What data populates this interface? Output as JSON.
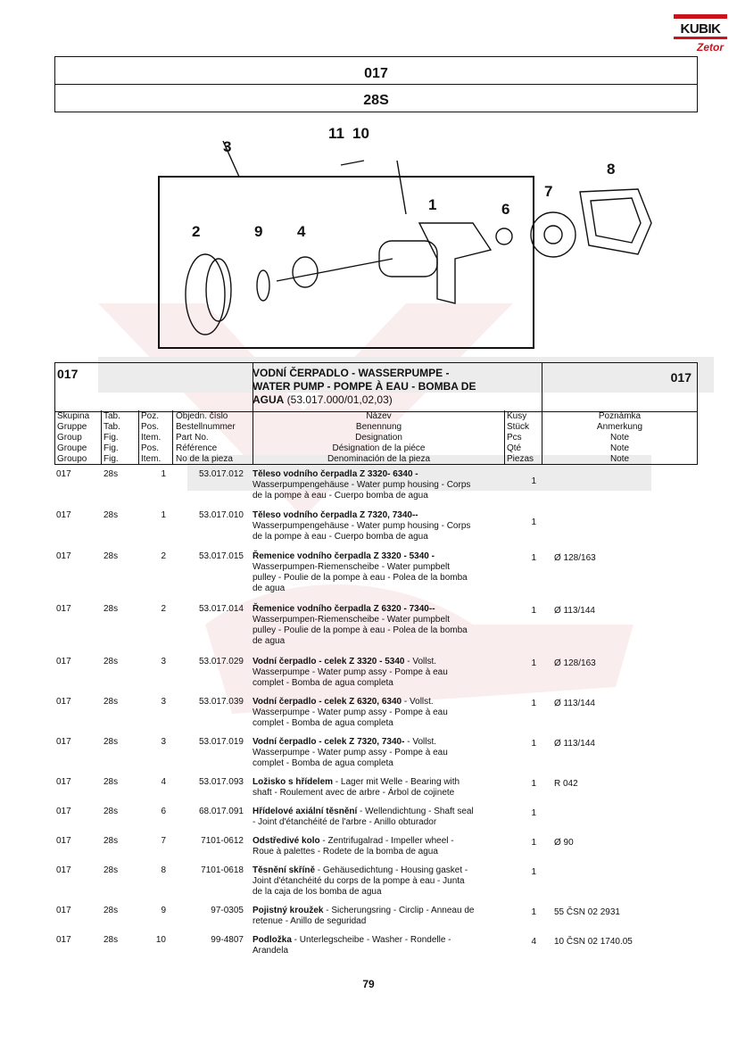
{
  "logo": {
    "brand": "KUBIK",
    "sub": "Zetor"
  },
  "header": {
    "group": "017",
    "code": "28S"
  },
  "illustration": {
    "callouts": [
      "1",
      "2",
      "3",
      "4",
      "6",
      "7",
      "8",
      "9",
      "10",
      "11"
    ]
  },
  "title": {
    "group_left": "017",
    "group_right": "017",
    "line1": "VODNÍ ČERPADLO - WASSERPUMPE -",
    "line2": "WATER PUMP - POMPE À EAU - BOMBA DE",
    "line3": "AGUA",
    "ref": " (53.017.000/01,02,03)"
  },
  "columns": {
    "group": [
      "Skupina",
      "Gruppe",
      "Group",
      "Groupe",
      "Groupo"
    ],
    "tab": [
      "Tab.",
      "Tab.",
      "Fig.",
      "Fig.",
      "Fig."
    ],
    "pos": [
      "Poz.",
      "Pos.",
      "Item.",
      "Pos.",
      "Item."
    ],
    "partno": [
      "Objedn. číslo",
      "Bestellnummer",
      "Part No.",
      "Référence",
      "No de la pieza"
    ],
    "name": [
      "Název",
      "Benennung",
      "Designation",
      "Désignation de la piéce",
      "Denominación de la pieza"
    ],
    "qty": [
      "Kusy",
      "Stück",
      "Pcs",
      "Qté",
      "Piezas"
    ],
    "note": [
      "Poznámka",
      "Anmerkung",
      "Note",
      "Note",
      "Note"
    ]
  },
  "rows": [
    {
      "g": "017",
      "t": "28s",
      "p": "1",
      "n": "53.017.012",
      "b": "Těleso vodního čerpadla Z 3320- 6340 -",
      "r": "",
      "l2": "Wasserpumpengehäuse - Water pump housing - Corps",
      "l3": "de la pompe à eau - Cuerpo bomba de agua",
      "q": "1",
      "note": ""
    },
    {
      "g": "017",
      "t": "28s",
      "p": "1",
      "n": "53.017.010",
      "b": "Těleso vodního čerpadla Z 7320, 7340--",
      "r": "",
      "l2": "Wasserpumpengehäuse - Water pump housing - Corps",
      "l3": "de la pompe à eau - Cuerpo bomba de agua",
      "q": "1",
      "note": ""
    },
    {
      "g": "017",
      "t": "28s",
      "p": "2",
      "n": "53.017.015",
      "b": "Řemenice vodního čerpadla Z 3320 - 5340 -",
      "r": "",
      "l2": "Wasserpumpen-Riemenscheibe - Water pumpbelt",
      "l3": "pulley - Poulie de la pompe à eau - Polea de la bomba",
      "l4": "de agua",
      "q": "1",
      "note": "Ø 128/163"
    },
    {
      "g": "017",
      "t": "28s",
      "p": "2",
      "n": "53.017.014",
      "b": "Řemenice vodního čerpadla Z 6320 - 7340--",
      "r": "",
      "l2": "Wasserpumpen-Riemenscheibe - Water pumpbelt",
      "l3": "pulley - Poulie de la pompe à eau - Polea de la bomba",
      "l4": "de agua",
      "q": "1",
      "note": "Ø 113/144"
    },
    {
      "g": "017",
      "t": "28s",
      "p": "3",
      "n": "53.017.029",
      "b": "Vodní čerpadlo - celek Z 3320 - 5340",
      "r": " - Vollst.",
      "l2": "Wasserpumpe - Water pump assy - Pompe à eau",
      "l3": "complet - Bomba de agua completa",
      "q": "1",
      "note": "Ø 128/163"
    },
    {
      "g": "017",
      "t": "28s",
      "p": "3",
      "n": "53.017.039",
      "b": "Vodní čerpadlo - celek Z 6320, 6340",
      "r": " - Vollst.",
      "l2": "Wasserpumpe - Water pump assy - Pompe à eau",
      "l3": "complet - Bomba de agua completa",
      "q": "1",
      "note": "Ø 113/144"
    },
    {
      "g": "017",
      "t": "28s",
      "p": "3",
      "n": "53.017.019",
      "b": "Vodní čerpadlo - celek Z 7320, 7340-",
      "r": " - Vollst.",
      "l2": "Wasserpumpe - Water pump assy - Pompe à eau",
      "l3": "complet - Bomba de agua completa",
      "q": "1",
      "note": "Ø 113/144"
    },
    {
      "g": "017",
      "t": "28s",
      "p": "4",
      "n": "53.017.093",
      "b": "Ložisko s hřídelem",
      "r": " - Lager mit Welle - Bearing with",
      "l2": "shaft - Roulement avec de arbre - Árbol de cojinete",
      "q": "1",
      "note": "R 042"
    },
    {
      "g": "017",
      "t": "28s",
      "p": "6",
      "n": "68.017.091",
      "b": "Hřídelové axiální těsnění",
      "r": " - Wellendichtung - Shaft seal",
      "l2": "- Joint d'étanchéité de l'arbre - Anillo obturador",
      "q": "1",
      "note": ""
    },
    {
      "g": "017",
      "t": "28s",
      "p": "7",
      "n": "7101-0612",
      "b": "Odstředivé kolo",
      "r": " - Zentrifugalrad - Impeller wheel -",
      "l2": "Roue à palettes - Rodete de la bomba de agua",
      "q": "1",
      "note": "Ø 90"
    },
    {
      "g": "017",
      "t": "28s",
      "p": "8",
      "n": "7101-0618",
      "b": "Těsnění skříně",
      "r": " - Gehäusedichtung - Housing gasket -",
      "l2": "Joint d'étanchéité du corps de la pompe à eau - Junta",
      "l3": "de la caja de los bomba de agua",
      "q": "1",
      "note": ""
    },
    {
      "g": "017",
      "t": "28s",
      "p": "9",
      "n": "97-0305",
      "b": "Pojistný kroužek",
      "r": " - Sicherungsring - Circlip - Anneau de",
      "l2": "retenue - Anillo de seguridad",
      "q": "1",
      "note": "55 ČSN 02 2931"
    },
    {
      "g": "017",
      "t": "28s",
      "p": "10",
      "n": "99-4807",
      "b": "Podložka",
      "r": " - Unterlegscheibe - Washer - Rondelle -",
      "l2": "Arandela",
      "q": "4",
      "note": "10 ČSN 02 1740.05"
    }
  ],
  "page_number": "79"
}
